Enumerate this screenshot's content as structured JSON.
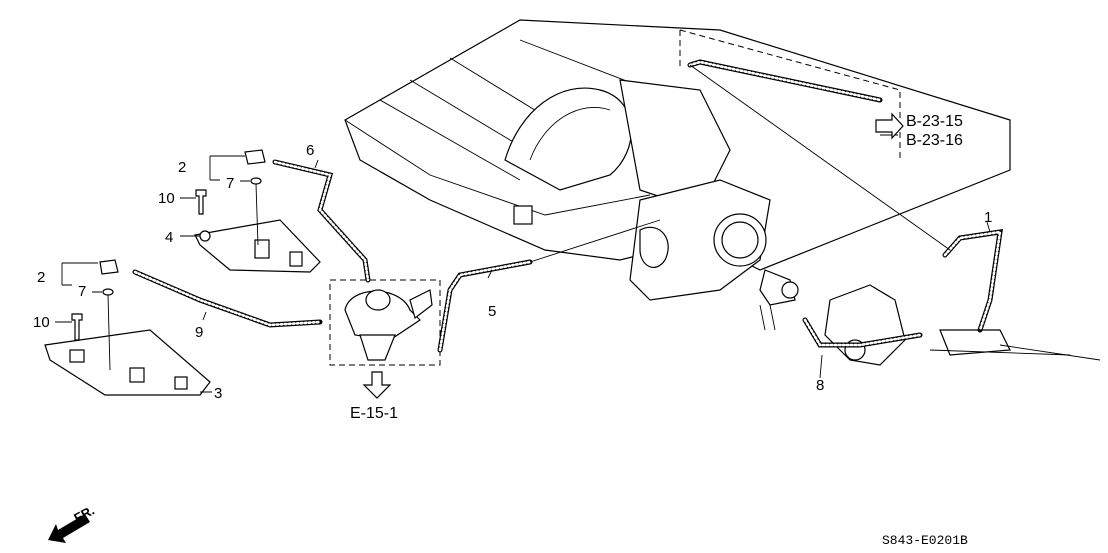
{
  "diagram": {
    "callouts": {
      "c1": "1",
      "c2a": "2",
      "c2b": "2",
      "c3": "3",
      "c4": "4",
      "c5": "5",
      "c6": "6",
      "c7a": "7",
      "c7b": "7",
      "c8": "8",
      "c9": "9",
      "c10a": "10",
      "c10b": "10"
    },
    "references": {
      "b1": "B-23-15",
      "b2": "B-23-16",
      "e1": "E-15-1"
    },
    "front_indicator": "FR.",
    "diagram_code": "S843-E0201B"
  }
}
